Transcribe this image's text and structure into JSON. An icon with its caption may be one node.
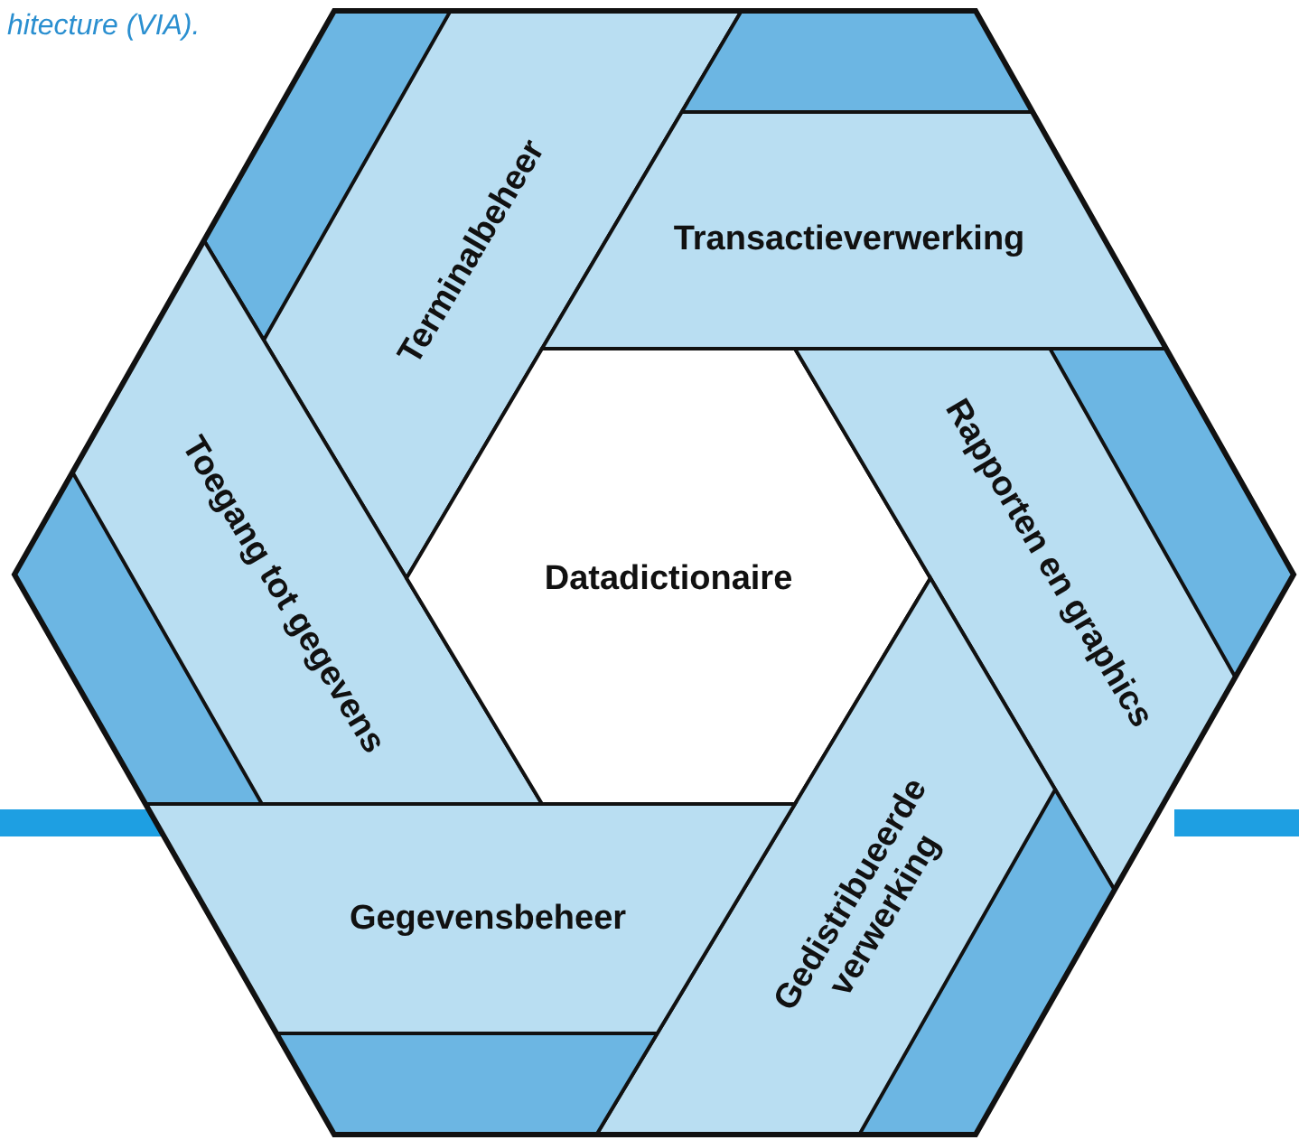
{
  "diagram": {
    "nodes": [
      {
        "text": [
          "Terminalbeheer"
        ]
      },
      {
        "text": [
          "Transactieverwerking"
        ]
      },
      {
        "text": [
          "Toegang tot gegevens"
        ]
      },
      {
        "text": [
          "Datadictionaire"
        ]
      },
      {
        "text": [
          "Rapporten en graphics"
        ]
      },
      {
        "text": [
          "Gedistribueerde verwerking"
        ]
      },
      {
        "text": [
          "Gegevensbeheer"
        ]
      }
    ],
    "labels": [
      "hitecture (VIA)."
    ]
  }
}
